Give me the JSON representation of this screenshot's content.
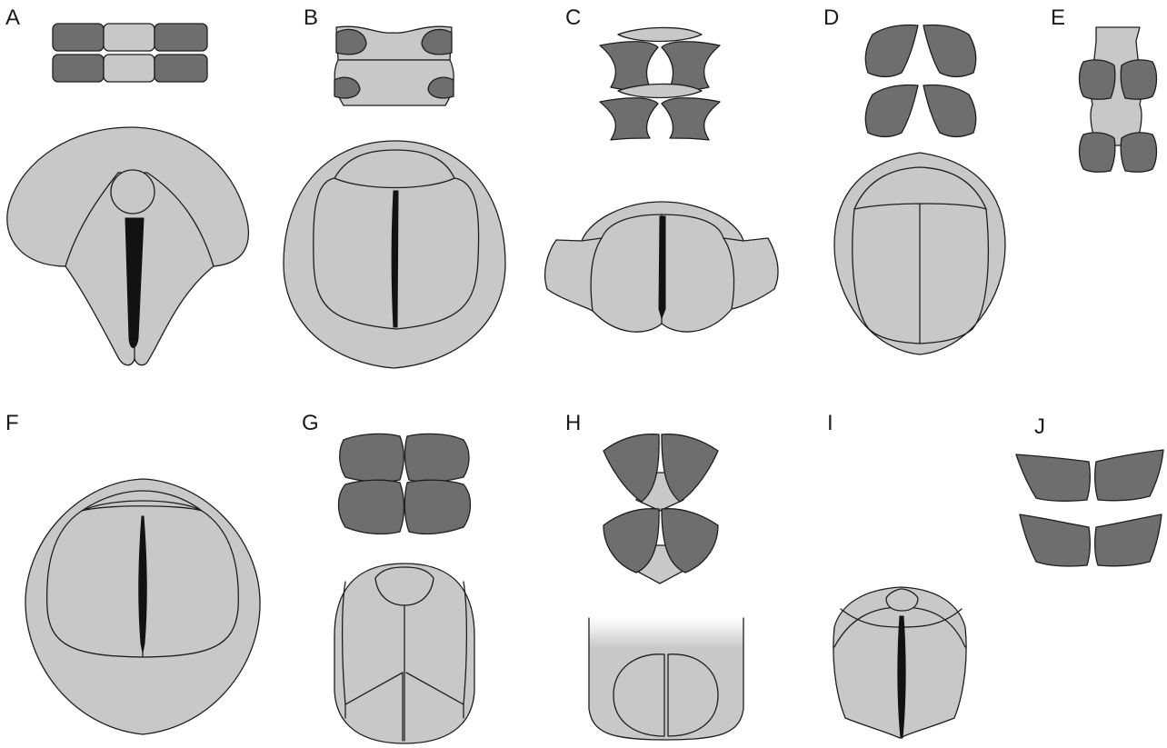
{
  "figure": {
    "panels": [
      {
        "id": "A",
        "label": "A"
      },
      {
        "id": "B",
        "label": "B"
      },
      {
        "id": "C",
        "label": "C"
      },
      {
        "id": "D",
        "label": "D"
      },
      {
        "id": "E",
        "label": "E"
      },
      {
        "id": "F",
        "label": "F"
      },
      {
        "id": "G",
        "label": "G"
      },
      {
        "id": "H",
        "label": "H"
      },
      {
        "id": "I",
        "label": "I"
      },
      {
        "id": "J",
        "label": "J"
      }
    ]
  },
  "colors": {
    "light_gray": "#c8c8c8",
    "dark_gray": "#6e6e6e",
    "black": "#121212",
    "outline": "#1e1e1e",
    "background": "#ffffff"
  }
}
